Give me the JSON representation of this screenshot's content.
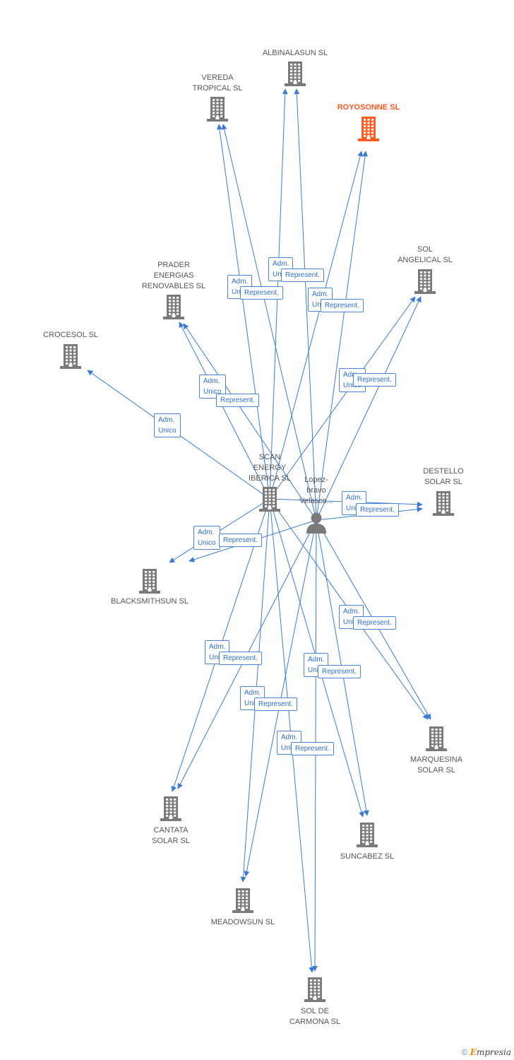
{
  "colors": {
    "edge": "#3a7bd5",
    "node": "#7a7a7a",
    "highlight": "#ff5a1f",
    "label": "#555555"
  },
  "nodes": [
    {
      "id": "albinalasun",
      "label": "ALBINALASUN SL",
      "icon": "building-icon"
    },
    {
      "id": "vereda",
      "label": "VEREDA\nTROPICAL SL",
      "icon": "building-icon"
    },
    {
      "id": "royosonne",
      "label": "ROYOSONNE SL",
      "icon": "building-icon",
      "highlight": true
    },
    {
      "id": "sol_angelical",
      "label": "SOL\nANGELICAL SL",
      "icon": "building-icon"
    },
    {
      "id": "prader",
      "label": "PRADER\nENERGIAS\nRENOVABLES SL",
      "icon": "building-icon"
    },
    {
      "id": "crocesol",
      "label": "CROCESOL SL",
      "icon": "building-icon"
    },
    {
      "id": "scan",
      "label": "SCAN\nENERGY\nIBERICA SL",
      "icon": "building-icon"
    },
    {
      "id": "person",
      "label": "Lopez-\nbravo\nVelasco...",
      "icon": "person-icon"
    },
    {
      "id": "destello",
      "label": "DESTELLO\nSOLAR SL",
      "icon": "building-icon"
    },
    {
      "id": "blacksmithsun",
      "label": "BLACKSMITHSUN SL",
      "icon": "building-icon"
    },
    {
      "id": "marquesina",
      "label": "MARQUESINA\nSOLAR SL",
      "icon": "building-icon"
    },
    {
      "id": "cantata",
      "label": "CANTATA\nSOLAR SL",
      "icon": "building-icon"
    },
    {
      "id": "suncabez",
      "label": "SUNCABEZ SL",
      "icon": "building-icon"
    },
    {
      "id": "meadowsun",
      "label": "MEADOWSUN SL",
      "icon": "building-icon"
    },
    {
      "id": "sol_carmona",
      "label": "SOL DE\nCARMONA SL",
      "icon": "building-icon"
    }
  ],
  "edges": [
    {
      "from": "scan",
      "to": "albinalasun"
    },
    {
      "from": "person",
      "to": "albinalasun"
    },
    {
      "from": "scan",
      "to": "vereda"
    },
    {
      "from": "person",
      "to": "vereda"
    },
    {
      "from": "scan",
      "to": "royosonne"
    },
    {
      "from": "person",
      "to": "royosonne"
    },
    {
      "from": "scan",
      "to": "sol_angelical"
    },
    {
      "from": "person",
      "to": "sol_angelical"
    },
    {
      "from": "scan",
      "to": "prader"
    },
    {
      "from": "person",
      "to": "prader"
    },
    {
      "from": "scan",
      "to": "crocesol"
    },
    {
      "from": "scan",
      "to": "destello"
    },
    {
      "from": "person",
      "to": "destello"
    },
    {
      "from": "scan",
      "to": "blacksmithsun"
    },
    {
      "from": "person",
      "to": "blacksmithsun"
    },
    {
      "from": "scan",
      "to": "marquesina"
    },
    {
      "from": "person",
      "to": "marquesina"
    },
    {
      "from": "scan",
      "to": "cantata"
    },
    {
      "from": "person",
      "to": "cantata"
    },
    {
      "from": "scan",
      "to": "suncabez"
    },
    {
      "from": "person",
      "to": "suncabez"
    },
    {
      "from": "scan",
      "to": "meadowsun"
    },
    {
      "from": "person",
      "to": "meadowsun"
    },
    {
      "from": "scan",
      "to": "sol_carmona"
    },
    {
      "from": "person",
      "to": "sol_carmona"
    }
  ],
  "edge_tags": [
    {
      "text": "Adm.\nUni"
    },
    {
      "text": "Represent."
    },
    {
      "text": "Adm.\nUni"
    },
    {
      "text": "Represent."
    },
    {
      "text": "Adm.\nUni"
    },
    {
      "text": "Represent."
    },
    {
      "text": "Adm.\nUnico"
    },
    {
      "text": "Represent."
    },
    {
      "text": "Adm.\nUnico"
    },
    {
      "text": "Represent."
    },
    {
      "text": "Adm.\nUnico"
    },
    {
      "text": "Adm.\nUni"
    },
    {
      "text": "Represent."
    },
    {
      "text": "Adm.\nUnico"
    },
    {
      "text": "Represent."
    },
    {
      "text": "Adm.\nUni"
    },
    {
      "text": "Represent."
    },
    {
      "text": "Adm.\nUni"
    },
    {
      "text": "Represent."
    },
    {
      "text": "Adm.\nUni"
    },
    {
      "text": "Represent."
    },
    {
      "text": "Adm.\nUni"
    },
    {
      "text": "Represent."
    },
    {
      "text": "Adm.\nUni"
    },
    {
      "text": "Represent."
    }
  ],
  "footer": {
    "copyright": "©",
    "brand_initial": "E",
    "brand_rest": "mpresia"
  }
}
